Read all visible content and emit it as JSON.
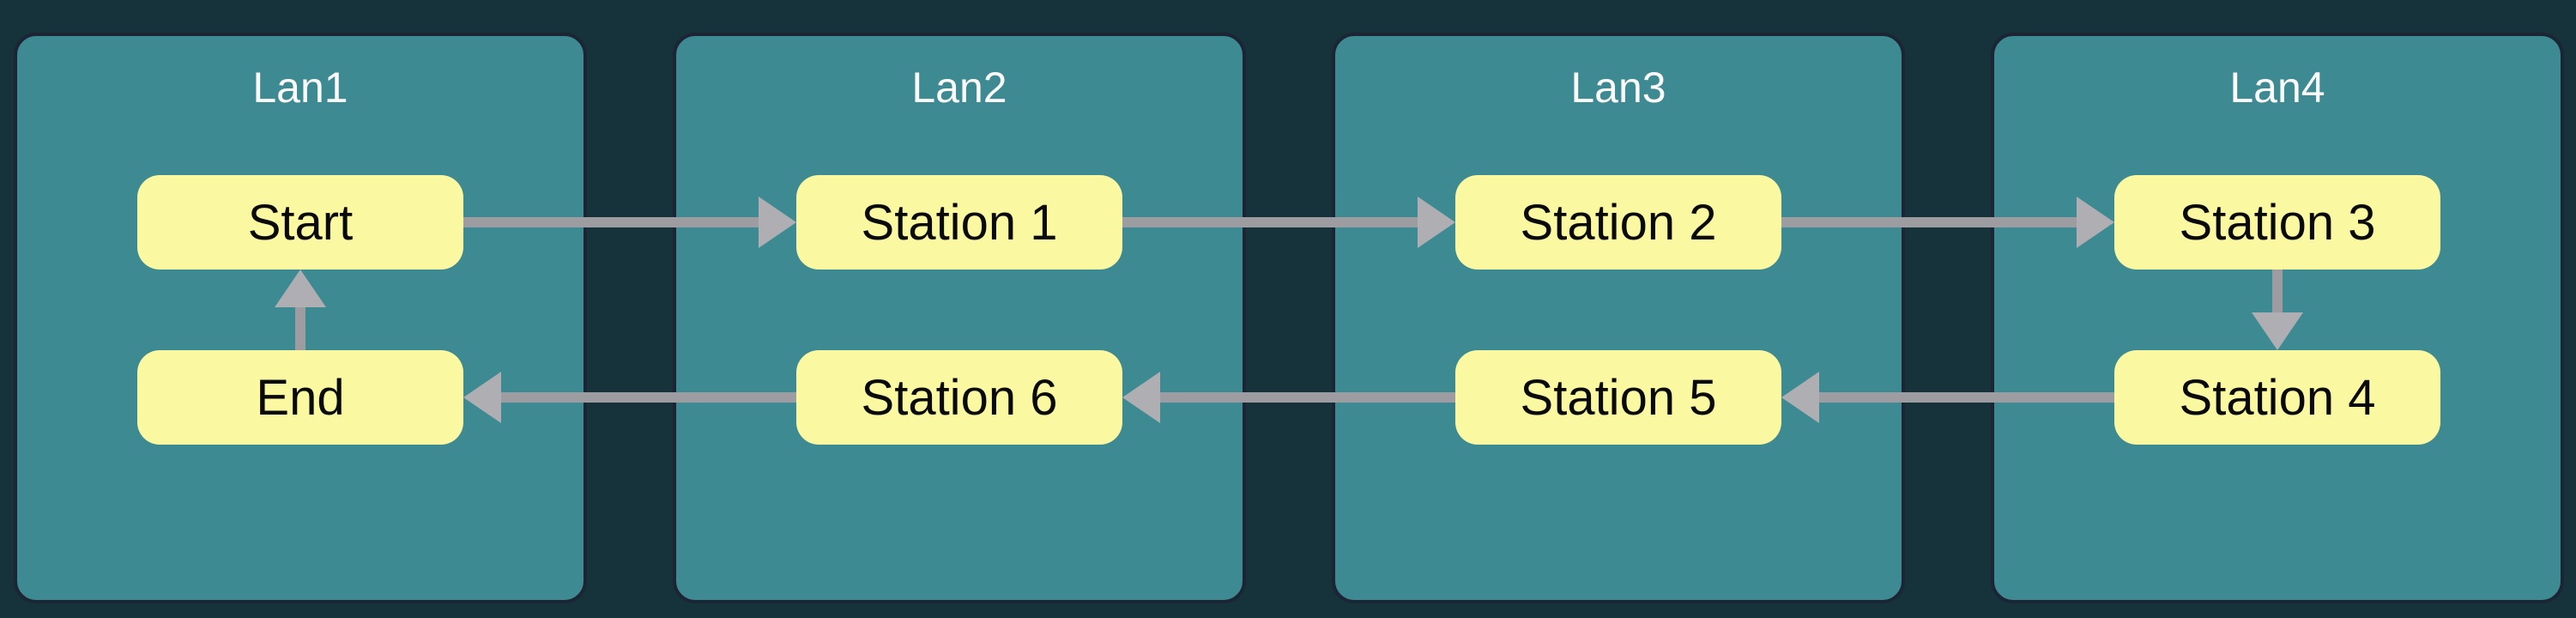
{
  "diagram": {
    "type": "swimlane-flowchart",
    "lanes": [
      {
        "title": "Lan1",
        "nodes": [
          {
            "label": "Start"
          },
          {
            "label": "End"
          }
        ]
      },
      {
        "title": "Lan2",
        "nodes": [
          {
            "label": "Station 1"
          },
          {
            "label": "Station 6"
          }
        ]
      },
      {
        "title": "Lan3",
        "nodes": [
          {
            "label": "Station 2"
          },
          {
            "label": "Station 5"
          }
        ]
      },
      {
        "title": "Lan4",
        "nodes": [
          {
            "label": "Station 3"
          },
          {
            "label": "Station 4"
          }
        ]
      }
    ],
    "edges": [
      {
        "from": "Start",
        "to": "Station 1",
        "direction": "right"
      },
      {
        "from": "Station 1",
        "to": "Station 2",
        "direction": "right"
      },
      {
        "from": "Station 2",
        "to": "Station 3",
        "direction": "right"
      },
      {
        "from": "Station 3",
        "to": "Station 4",
        "direction": "down"
      },
      {
        "from": "Station 4",
        "to": "Station 5",
        "direction": "left"
      },
      {
        "from": "Station 5",
        "to": "Station 6",
        "direction": "left"
      },
      {
        "from": "Station 6",
        "to": "End",
        "direction": "left"
      },
      {
        "from": "End",
        "to": "Start",
        "direction": "up"
      }
    ],
    "colors": {
      "background": "#16323a",
      "lane_fill": "#3e8a93",
      "lane_border": "#1b2533",
      "lane_title_text": "#fafafa",
      "node_fill": "#faf8a1",
      "node_text": "#0a0a0a",
      "arrow_line": "#9c9ca1",
      "arrow_head": "#aeaeb3"
    }
  }
}
